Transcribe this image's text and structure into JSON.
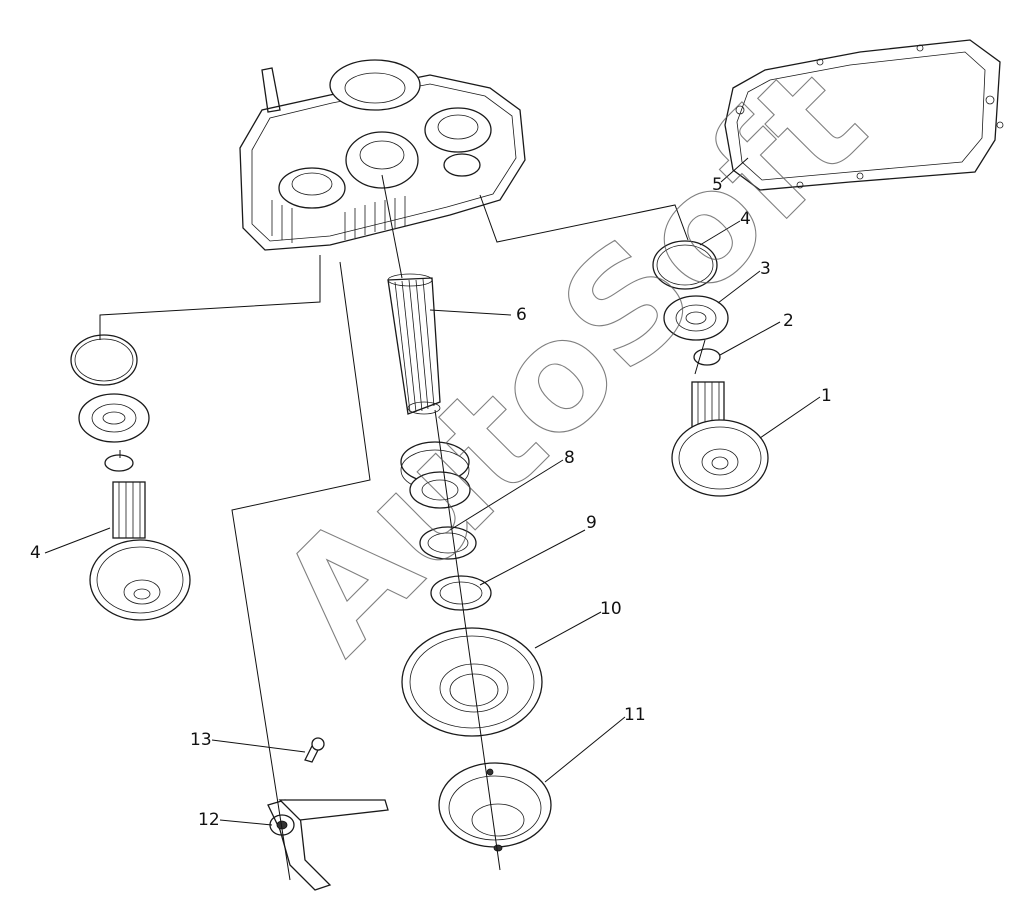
{
  "diagram": {
    "watermark": "AutoSoft",
    "callouts": {
      "c1": "1",
      "c2": "2",
      "c3": "3",
      "c4_right": "4",
      "c5": "5",
      "c6": "6",
      "c8": "8",
      "c9": "9",
      "c10": "10",
      "c11": "11",
      "c12": "12",
      "c13": "13",
      "c4_left": "4"
    }
  }
}
